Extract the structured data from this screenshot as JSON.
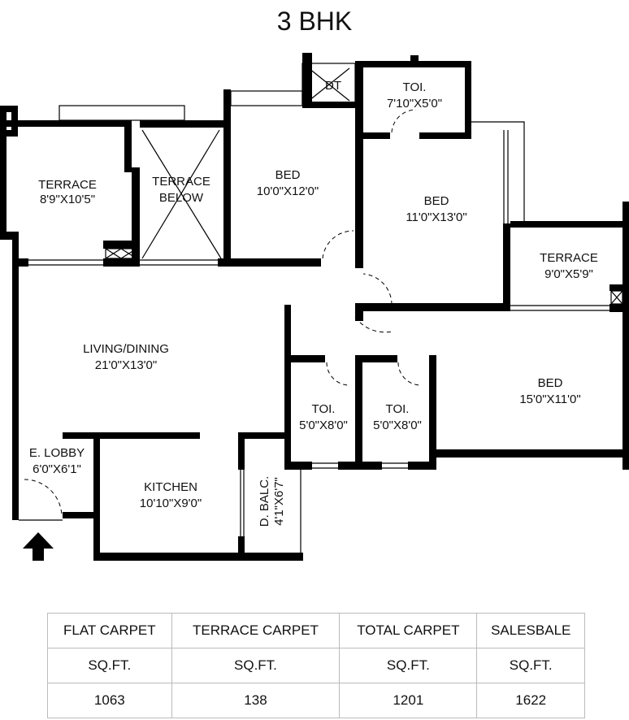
{
  "title": "3 BHK",
  "rooms": [
    {
      "name": "TERRACE",
      "size": "8'9\"X10'5\""
    },
    {
      "name": "TERRACE",
      "name2": "BELOW"
    },
    {
      "name": "BED",
      "size": "10'0\"X12'0\""
    },
    {
      "name": "DT"
    },
    {
      "name": "TOI.",
      "size": "7'10\"X5'0\""
    },
    {
      "name": "BED",
      "size": "11'0\"X13'0\""
    },
    {
      "name": "TERRACE",
      "size": "9'0\"X5'9\""
    },
    {
      "name": "LIVING/DINING",
      "size": "21'0\"X13'0\""
    },
    {
      "name": "TOI.",
      "size": "5'0\"X8'0\""
    },
    {
      "name": "TOI.",
      "size": "5'0\"X8'0\""
    },
    {
      "name": "BED",
      "size": "15'0\"X11'0\""
    },
    {
      "name": "E. LOBBY",
      "size": "6'0\"X6'1\""
    },
    {
      "name": "KITCHEN",
      "size": "10'10\"X9'0\""
    },
    {
      "name": "D. BALC.",
      "size": "4'1\"X6'7\""
    }
  ],
  "area_table": {
    "headers": [
      "FLAT CARPET",
      "TERRACE CARPET",
      "TOTAL CARPET",
      "SALESBALE"
    ],
    "units": [
      "SQ.FT.",
      "SQ.FT.",
      "SQ.FT.",
      "SQ.FT."
    ],
    "values": [
      "1063",
      "138",
      "1201",
      "1622"
    ]
  },
  "entrance_icon": "arrow-up-icon",
  "wall_color": "#000000"
}
